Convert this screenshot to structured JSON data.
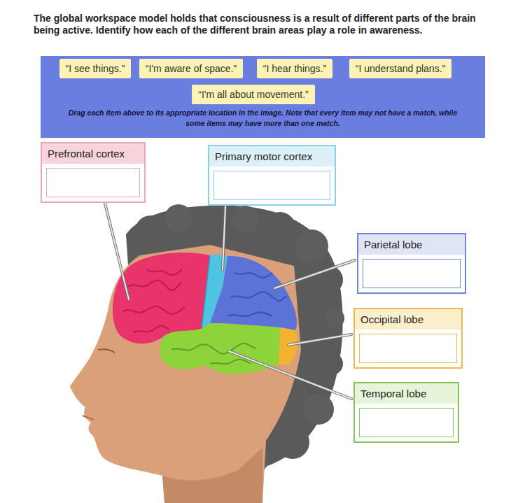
{
  "diagram": {
    "title": "The global workspace model holds that consciousness is a result of different parts of the brain being active. Identify how each of the different brain areas play a role in awareness.",
    "nodes": [
      {
        "text": [
          "Drag each item above to its appropriate location in the image. Note that every item may not have a match, while some items may have more than one match."
        ]
      },
      {
        "text": [
          "“I see things.”"
        ],
        "in": 0
      },
      {
        "text": [
          "“I'm aware of space.”"
        ],
        "in": 0
      },
      {
        "text": [
          "“I hear things.”"
        ],
        "in": 0
      },
      {
        "text": [
          "“I understand plans.”"
        ],
        "in": 0
      },
      {
        "text": [
          "“I'm all about movement.”"
        ],
        "in": 0
      },
      {
        "text": [
          "Prefrontal cortex"
        ]
      },
      {
        "text": [
          "Primary motor cortex"
        ]
      },
      {
        "text": [
          "Parietal lobe"
        ]
      },
      {
        "text": [
          "Occipital lobe"
        ]
      },
      {
        "text": [
          "Temporal lobe"
        ]
      }
    ]
  }
}
